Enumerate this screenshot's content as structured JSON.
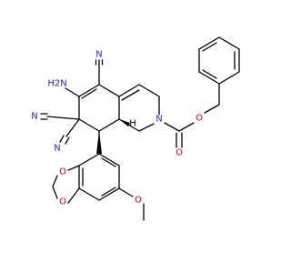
{
  "diagram": {
    "type": "chemical-structure",
    "background_color": "#ffffff",
    "colors": {
      "bond": "#000000",
      "nitrogen": "#1f1fd6",
      "oxygen": "#e00000",
      "hydrogen": "#000000"
    },
    "atom_labels": {
      "nitrile_n_top": "N",
      "amine": "H2N",
      "nitrile_n_left": "N",
      "nitrile_n_lower": "N",
      "stereo_h": "H",
      "ring_n": "N",
      "ester_o_carbonyl": "O",
      "ester_o_ether": "O",
      "dioxole_o_top": "O",
      "dioxole_o_bottom": "O",
      "methoxy_o": "O"
    }
  }
}
